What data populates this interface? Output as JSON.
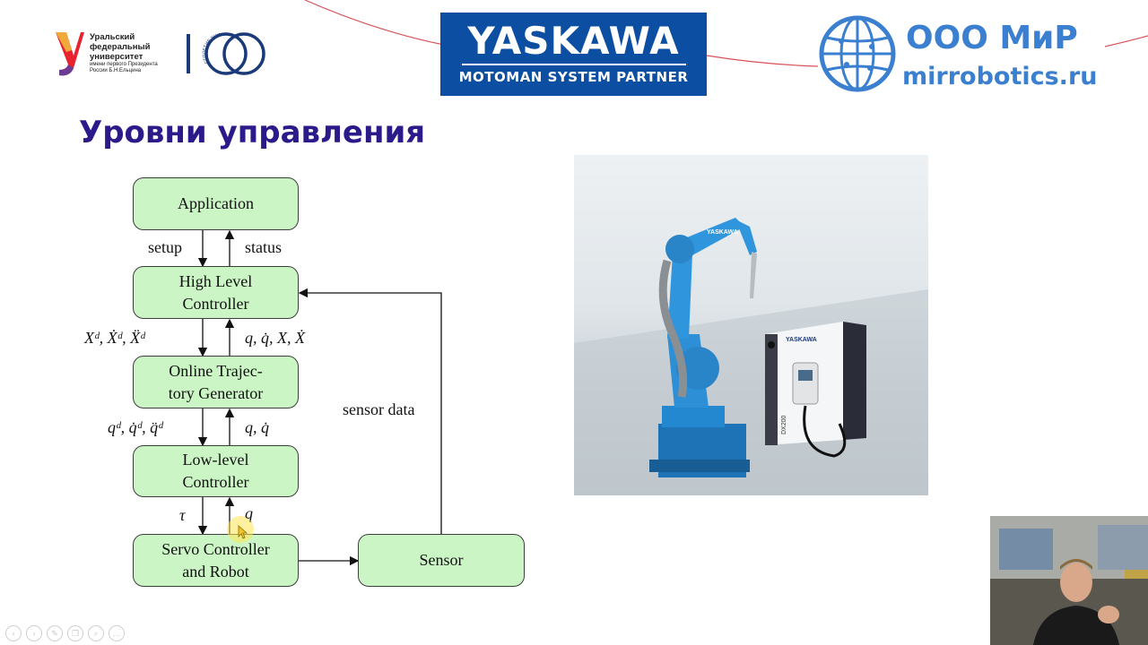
{
  "header": {
    "urfu_lines": [
      "Уральский",
      "федеральный",
      "университет"
    ],
    "urfu_sub_lines": [
      "имени первого Президента",
      "России Б.Н.Ельцина"
    ],
    "centenary_text": "СТОЛЕТИЕ УНИВЕРСИТЕТА",
    "yaskawa_title": "YASKAWA",
    "yaskawa_sub": "MOTOMAN SYSTEM PARTNER",
    "company_name": "ООО МиР",
    "company_url": "mirrobotics.ru"
  },
  "slide": {
    "title": "Уровни управления"
  },
  "diagram": {
    "nodes": {
      "application": "Application",
      "high_level": [
        "High Level",
        "Controller"
      ],
      "online_traj": [
        "Online Trajec-",
        "tory Generator"
      ],
      "low_level": [
        "Low-level",
        "Controller"
      ],
      "servo": [
        "Servo Controller",
        "and Robot"
      ],
      "sensor": "Sensor"
    },
    "labels": {
      "setup": "setup",
      "status": "status",
      "hl_down": "Xᵈ, Ẋᵈ, Ẍᵈ",
      "hl_up": "q, q̇, X, Ẋ",
      "tg_down": "qᵈ, q̇ᵈ, q̈ᵈ",
      "tg_up": "q, q̇",
      "ll_down": "τ",
      "ll_up": "q",
      "sensor_data": "sensor data"
    }
  },
  "photo": {
    "robot_brand": "YASKAWA",
    "cabinet_brand": "YASKAWA",
    "cabinet_model": "DX200"
  },
  "toolbar": {
    "prev": "‹",
    "next": "›",
    "pen": "✎",
    "copy": "❐",
    "zoom": "⌕",
    "more": "…"
  }
}
